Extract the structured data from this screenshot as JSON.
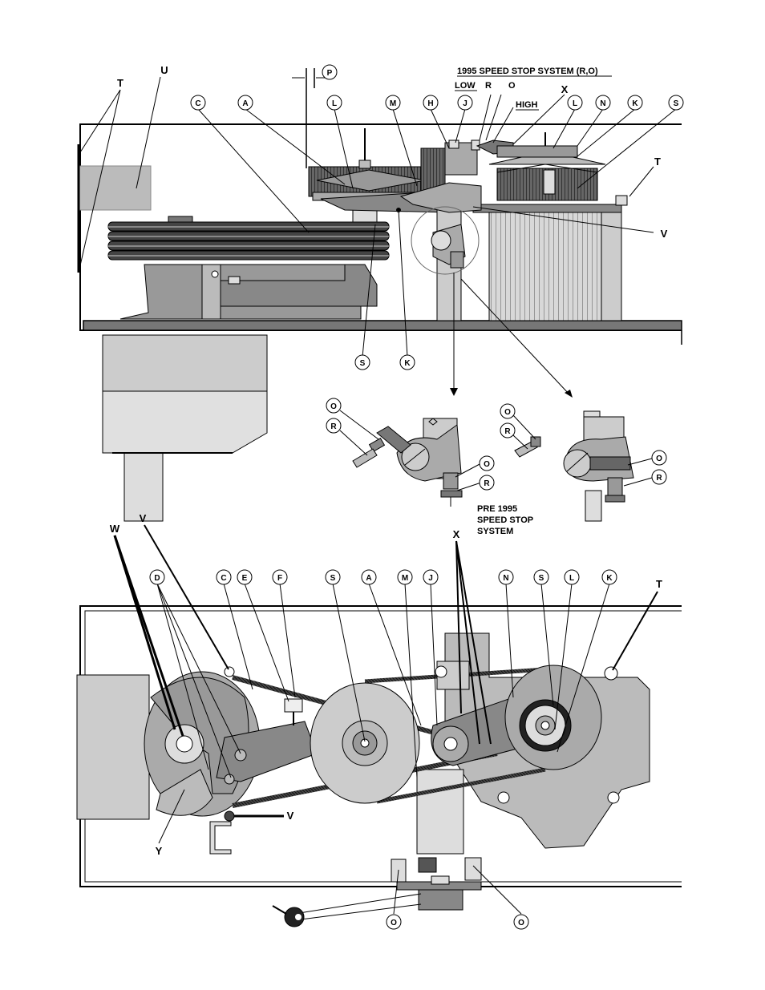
{
  "top_view": {
    "labels": {
      "t": "T",
      "u": "U",
      "p": "P",
      "c": "C",
      "a": "A",
      "l": "L",
      "m": "M",
      "h": "H",
      "j": "J",
      "l2": "L",
      "n": "N",
      "k": "K",
      "s": "S",
      "t2": "T",
      "v": "V",
      "s_bottom": "S",
      "k_bottom": "K",
      "x": "X"
    },
    "stop_system_title": "1995 SPEED STOP SYSTEM (R,O)",
    "low": "LOW",
    "r": "R",
    "o": "O",
    "high": "HIGH"
  },
  "detail_views": {
    "pre1995_note": [
      "PRE 1995",
      "SPEED STOP",
      "SYSTEM"
    ],
    "left": {
      "o1": "O",
      "r1": "R",
      "o2": "O",
      "r2": "R"
    },
    "right": {
      "o1": "O",
      "r1": "R",
      "o2": "O",
      "r2": "R"
    }
  },
  "bottom_view": {
    "labels": {
      "w": "W",
      "v": "V",
      "d": "D",
      "c": "C",
      "e": "E",
      "f": "F",
      "s": "S",
      "a": "A",
      "m": "M",
      "j": "J",
      "x": "X",
      "n": "N",
      "s2": "S",
      "l": "L",
      "k": "K",
      "t": "T",
      "v2": "V",
      "y": "Y",
      "o1": "O",
      "o2": "O"
    }
  }
}
